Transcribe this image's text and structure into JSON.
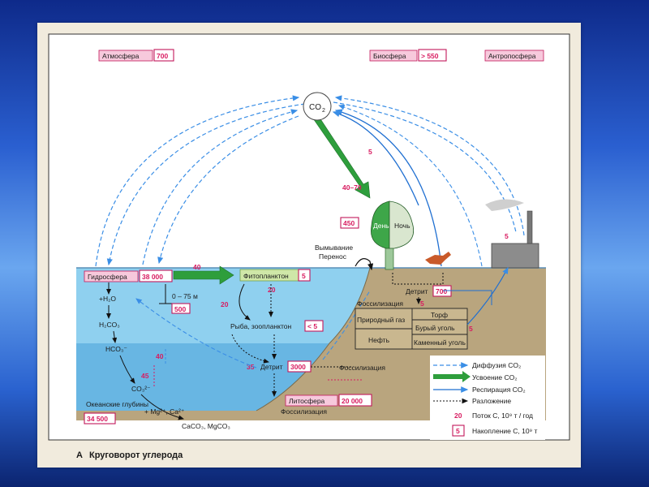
{
  "spheres": {
    "atmosphere": {
      "label": "Атмосфера",
      "value": "700"
    },
    "biosphere": {
      "label": "Биосфера",
      "value": "> 550"
    },
    "anthroposphere": {
      "label": "Антропосфера"
    },
    "hydrosphere": {
      "label": "Гидросфера",
      "value": "38 000"
    },
    "lithosphere": {
      "label": "Литосфера",
      "value": "20 000"
    }
  },
  "nodes": {
    "co2": "CO",
    "co2_sub": "2",
    "day": "День",
    "night": "Ночь",
    "biomass_value": "450",
    "washout": "Вымывание",
    "transfer": "Перенос",
    "phytoplankton": "Фитопланктон",
    "phytoplankton_value": "5",
    "fish": "Рыба, зоопланктон",
    "fish_value": "< 5",
    "detritus_land": "Детрит",
    "detritus_land_value": "700",
    "detritus_sea": "Детрит",
    "detritus_sea_value": "3000",
    "depth": "0 – 75 м",
    "depth_value": "500",
    "h2o": "+H₂O",
    "h2co3": "H₂CO₃",
    "hco3": "HCO₃⁻",
    "co3": "CO₃²⁻",
    "deep_ocean": "Океанские глубины",
    "deep_ocean_value": "34 500",
    "ions": "+ Mg²⁺, Ca²⁺",
    "carbonates": "CaCO₃, MgCO₃",
    "fossilization_top": "Фоссилизация",
    "fossilization_mid": "Фоссилизация",
    "fossilization_bottom": "Фоссилизация",
    "natural_gas": "Природный газ",
    "oil": "Нефть",
    "peat": "Торф",
    "brown_coal": "Бурый уголь",
    "hard_coal": "Каменный уголь"
  },
  "flows": {
    "leaf_out": "5",
    "leaf_in": "40–70",
    "ocean_in": "40",
    "phyto_to_fish": "20",
    "fish_to_phyto": "20",
    "sea_detritus": "35",
    "hco3_up": "40",
    "co3_up": "45",
    "land_fossil": "5",
    "coal_out": "5",
    "factory_out": "5"
  },
  "legend": {
    "diffusion": "Диффузия CO₂",
    "assimilation": "Усвоение CO₂",
    "respiration": "Респирация CO₂",
    "decomposition": "Разложение",
    "flow_num": "20",
    "flow_text": "Поток С, 10⁹ т / год",
    "store_num": "5",
    "store_text": "Накопление С, 10⁹ т"
  },
  "caption": {
    "letter": "А",
    "text": "Круговорот углерода"
  },
  "colors": {
    "diffusion": "#3a8ee6",
    "assimilation": "#2e9e3c",
    "respiration": "#1f6fd1",
    "magenta": "#d81b60",
    "sea": "#7fc6ea",
    "land": "#b8a57f"
  }
}
